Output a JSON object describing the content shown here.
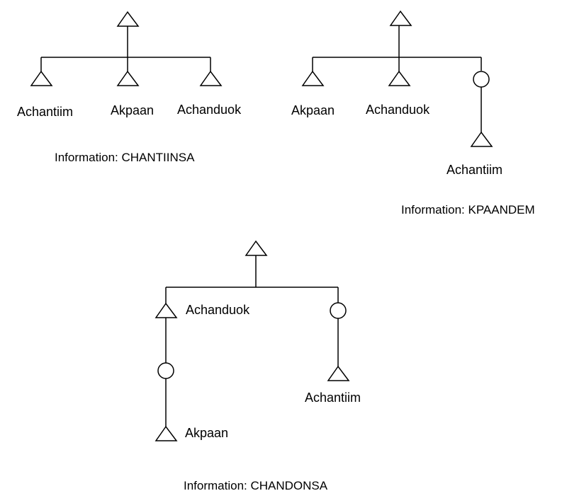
{
  "colors": {
    "ink": "#000000",
    "background": "#ffffff"
  },
  "symbols": {
    "male": "triangle-icon",
    "female": "circle-icon"
  },
  "diagrams": [
    {
      "info_label": "Information: CHANTIINSA",
      "names": {
        "first": "Achantiim",
        "second": "Akpaan",
        "third": "Achanduok"
      }
    },
    {
      "info_label": "Information: KPAANDEM",
      "names": {
        "first": "Akpaan",
        "second": "Achanduok",
        "grandchild": "Achantiim"
      }
    },
    {
      "info_label": "Information: CHANDONSA",
      "names": {
        "son": "Achanduok",
        "son_grandchild": "Akpaan",
        "daughter_grandchild": "Achantiim"
      }
    }
  ]
}
